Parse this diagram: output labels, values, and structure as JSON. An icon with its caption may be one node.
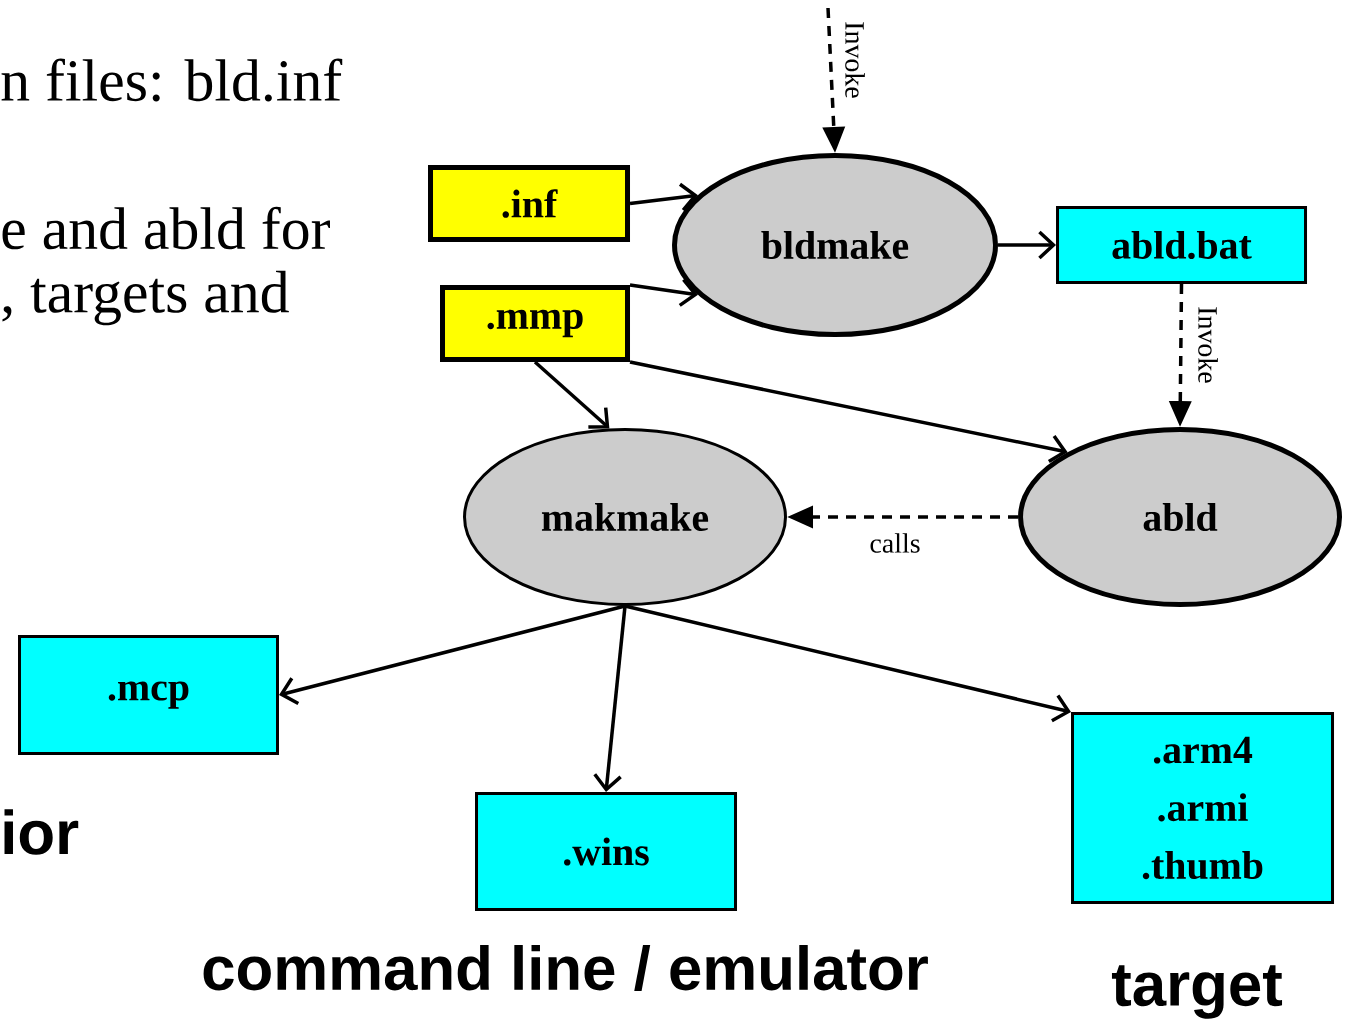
{
  "diagram": {
    "nodes": [
      {
        "text": [
          ".inf"
        ]
      },
      {
        "text": [
          ".mmp"
        ]
      },
      {
        "text": [
          "bldmake"
        ]
      },
      {
        "text": [
          "abld.bat"
        ]
      },
      {
        "text": [
          "makmake"
        ]
      },
      {
        "text": [
          "abld"
        ]
      },
      {
        "text": [
          ".mcp"
        ]
      },
      {
        "text": [
          ".wins"
        ]
      },
      {
        "text": [
          ".arm4",
          ".armi",
          ".thumb"
        ]
      }
    ],
    "edges": [
      {
        "from": null,
        "to": 2,
        "arrow": "to",
        "style": "dashed",
        "label": "Invoke"
      },
      {
        "from": 0,
        "to": 2,
        "arrow": "to"
      },
      {
        "from": 1,
        "to": 2,
        "arrow": "to"
      },
      {
        "from": 2,
        "to": 3,
        "arrow": "to"
      },
      {
        "from": 3,
        "to": 5,
        "arrow": "to",
        "style": "dashed",
        "label": "Invoke"
      },
      {
        "from": 1,
        "to": 4,
        "arrow": "to"
      },
      {
        "from": 1,
        "to": 5,
        "arrow": "to"
      },
      {
        "from": 5,
        "to": 4,
        "arrow": "to",
        "style": "dashed",
        "label": "calls"
      },
      {
        "from": 4,
        "to": 6,
        "arrow": "to"
      },
      {
        "from": 4,
        "to": 7,
        "arrow": "to"
      },
      {
        "from": 4,
        "to": 8,
        "arrow": "to"
      }
    ],
    "labels": [
      "n files: bld.inf",
      "e and abld for",
      ", targets and",
      "ior",
      "command line / emulator",
      "target"
    ]
  }
}
